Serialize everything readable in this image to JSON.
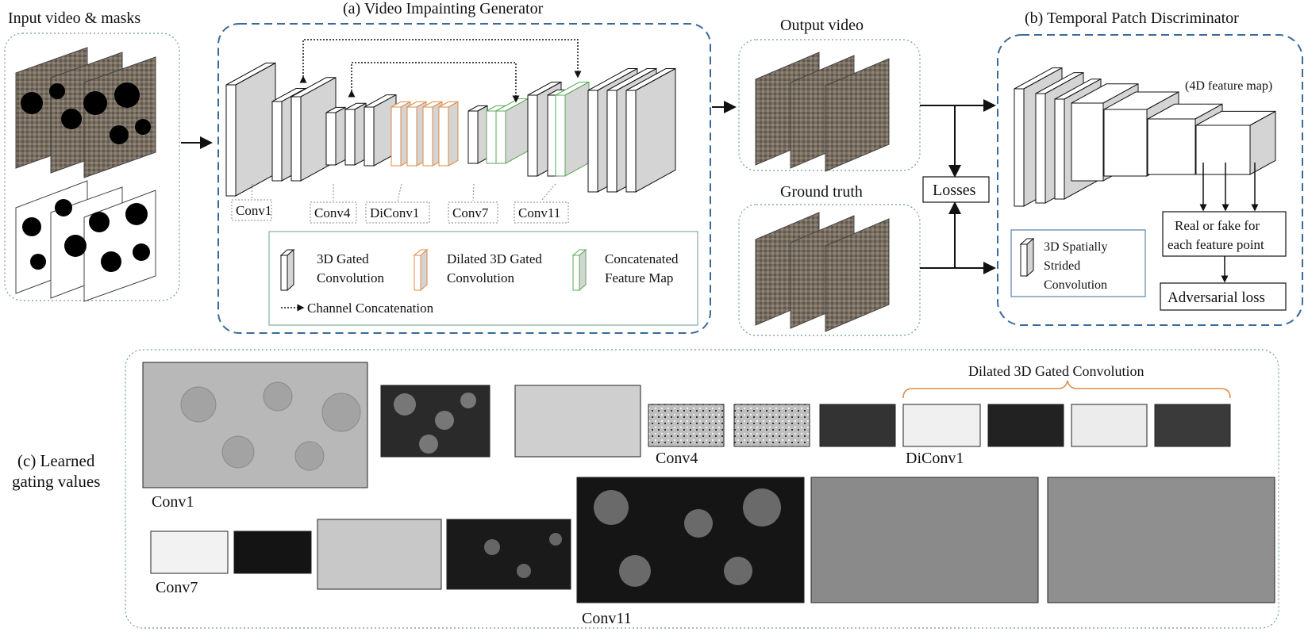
{
  "input": {
    "title": "Input video & masks"
  },
  "generator": {
    "title": "(a) Video Impainting Generator",
    "layer_labels": [
      "Conv1",
      "Conv4",
      "DiConv1",
      "Conv7",
      "Conv11"
    ],
    "legend": {
      "gated": [
        "3D Gated",
        "Convolution"
      ],
      "dilated": [
        "Dilated 3D Gated",
        "Convolution"
      ],
      "concat": [
        "Concatenated",
        "Feature Map"
      ],
      "channel": "Channel Concatenation"
    }
  },
  "output": {
    "title": "Output video"
  },
  "ground_truth": {
    "title": "Ground truth"
  },
  "losses": {
    "label": "Losses"
  },
  "discriminator": {
    "title": "(b) Temporal Patch Discriminator",
    "feature_map": "(4D feature map)",
    "real_fake": [
      "Real or fake for",
      "each feature point"
    ],
    "adversarial": "Adversarial loss",
    "legend": [
      "3D Spatially",
      "Strided",
      "Convolution"
    ]
  },
  "gating": {
    "title": [
      "(c) Learned",
      "gating values"
    ],
    "dilated_brace": "Dilated 3D Gated Convolution",
    "labels": [
      "Conv1",
      "Conv4",
      "DiConv1",
      "Conv7",
      "Conv11"
    ]
  },
  "colors": {
    "dash_blue": "#3b6a9a",
    "dotted_teal": "#6d9b92",
    "orange": "#e08a45",
    "green": "#5aa85a",
    "gray": "#d4d4d4"
  }
}
